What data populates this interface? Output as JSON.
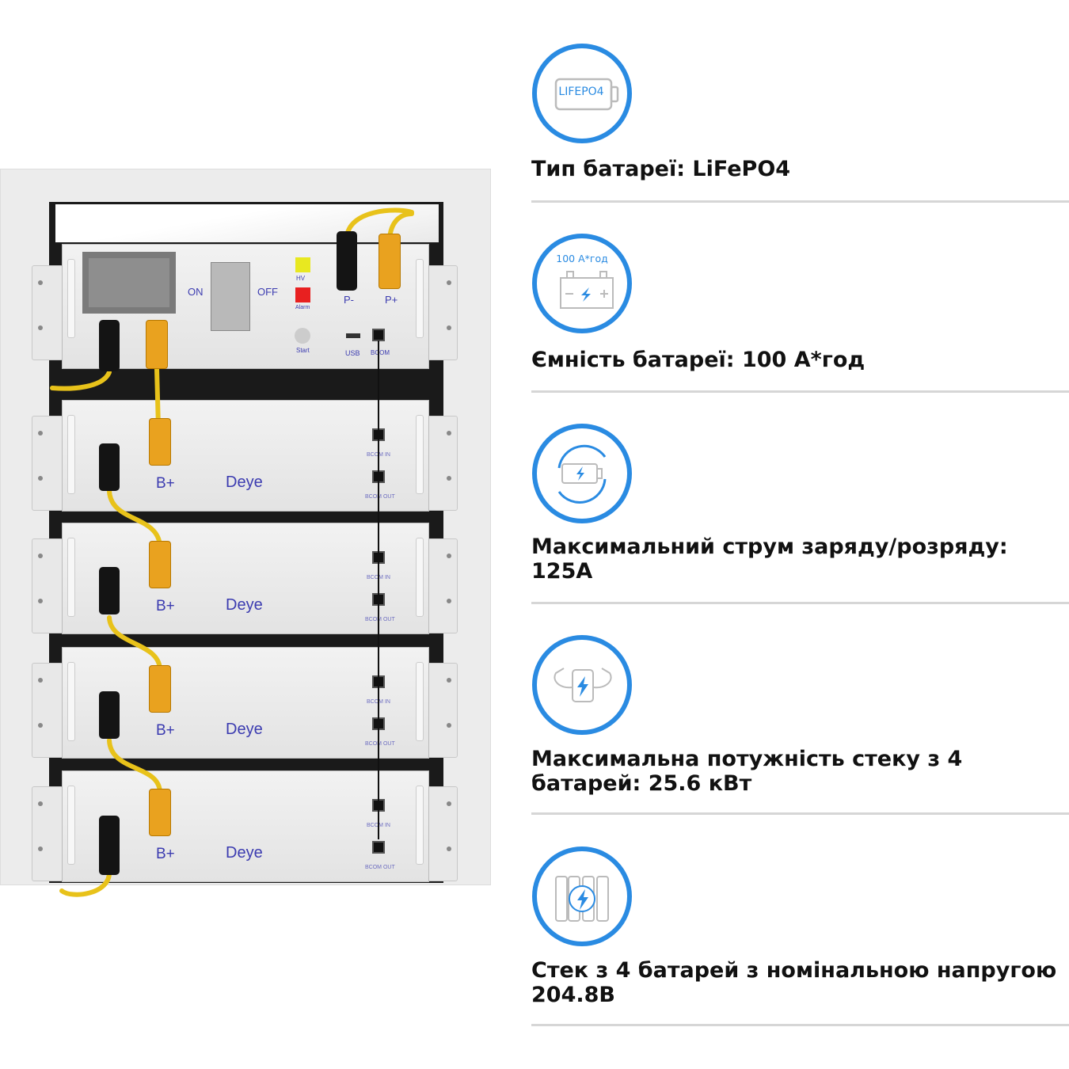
{
  "rack": {
    "control": {
      "on": "ON",
      "off": "OFF",
      "hv": "HV",
      "alarm": "Alarm",
      "start": "Start",
      "usb": "USB",
      "bcom": "BCOM",
      "p_minus": "P-",
      "p_plus": "P+"
    },
    "modules": [
      {
        "b_plus": "B+",
        "brand": "Deye",
        "bcom_in": "BCOM IN",
        "bcom_out": "BCOM OUT"
      },
      {
        "b_plus": "B+",
        "brand": "Deye",
        "bcom_in": "BCOM IN",
        "bcom_out": "BCOM OUT"
      },
      {
        "b_plus": "B+",
        "brand": "Deye",
        "bcom_in": "BCOM IN",
        "bcom_out": "BCOM OUT"
      },
      {
        "b_plus": "B+",
        "brand": "Deye",
        "bcom_in": "BCOM IN",
        "bcom_out": "BCOM OUT"
      }
    ]
  },
  "features": [
    {
      "icon": "lifepo4-battery-icon",
      "icon_text": "LIFEPO4",
      "text": "Тип батареї: LiFePO4"
    },
    {
      "icon": "capacity-battery-icon",
      "icon_text": "100 А*год",
      "text": "Ємність батареї: 100 А*год"
    },
    {
      "icon": "charge-cycle-icon",
      "text": "Максимальний струм заряду/розряду:\n125A"
    },
    {
      "icon": "power-arms-icon",
      "text": "Максимальна потужність стеку з 4\nбатарей: 25.6 кВт"
    },
    {
      "icon": "battery-stack-icon",
      "text": "Стек з 4 батарей з номінальною напругою\n204.8В"
    }
  ],
  "colors": {
    "accent": "#2a8be2",
    "cable": "#e8c21a",
    "connector": "#e9a21f"
  }
}
